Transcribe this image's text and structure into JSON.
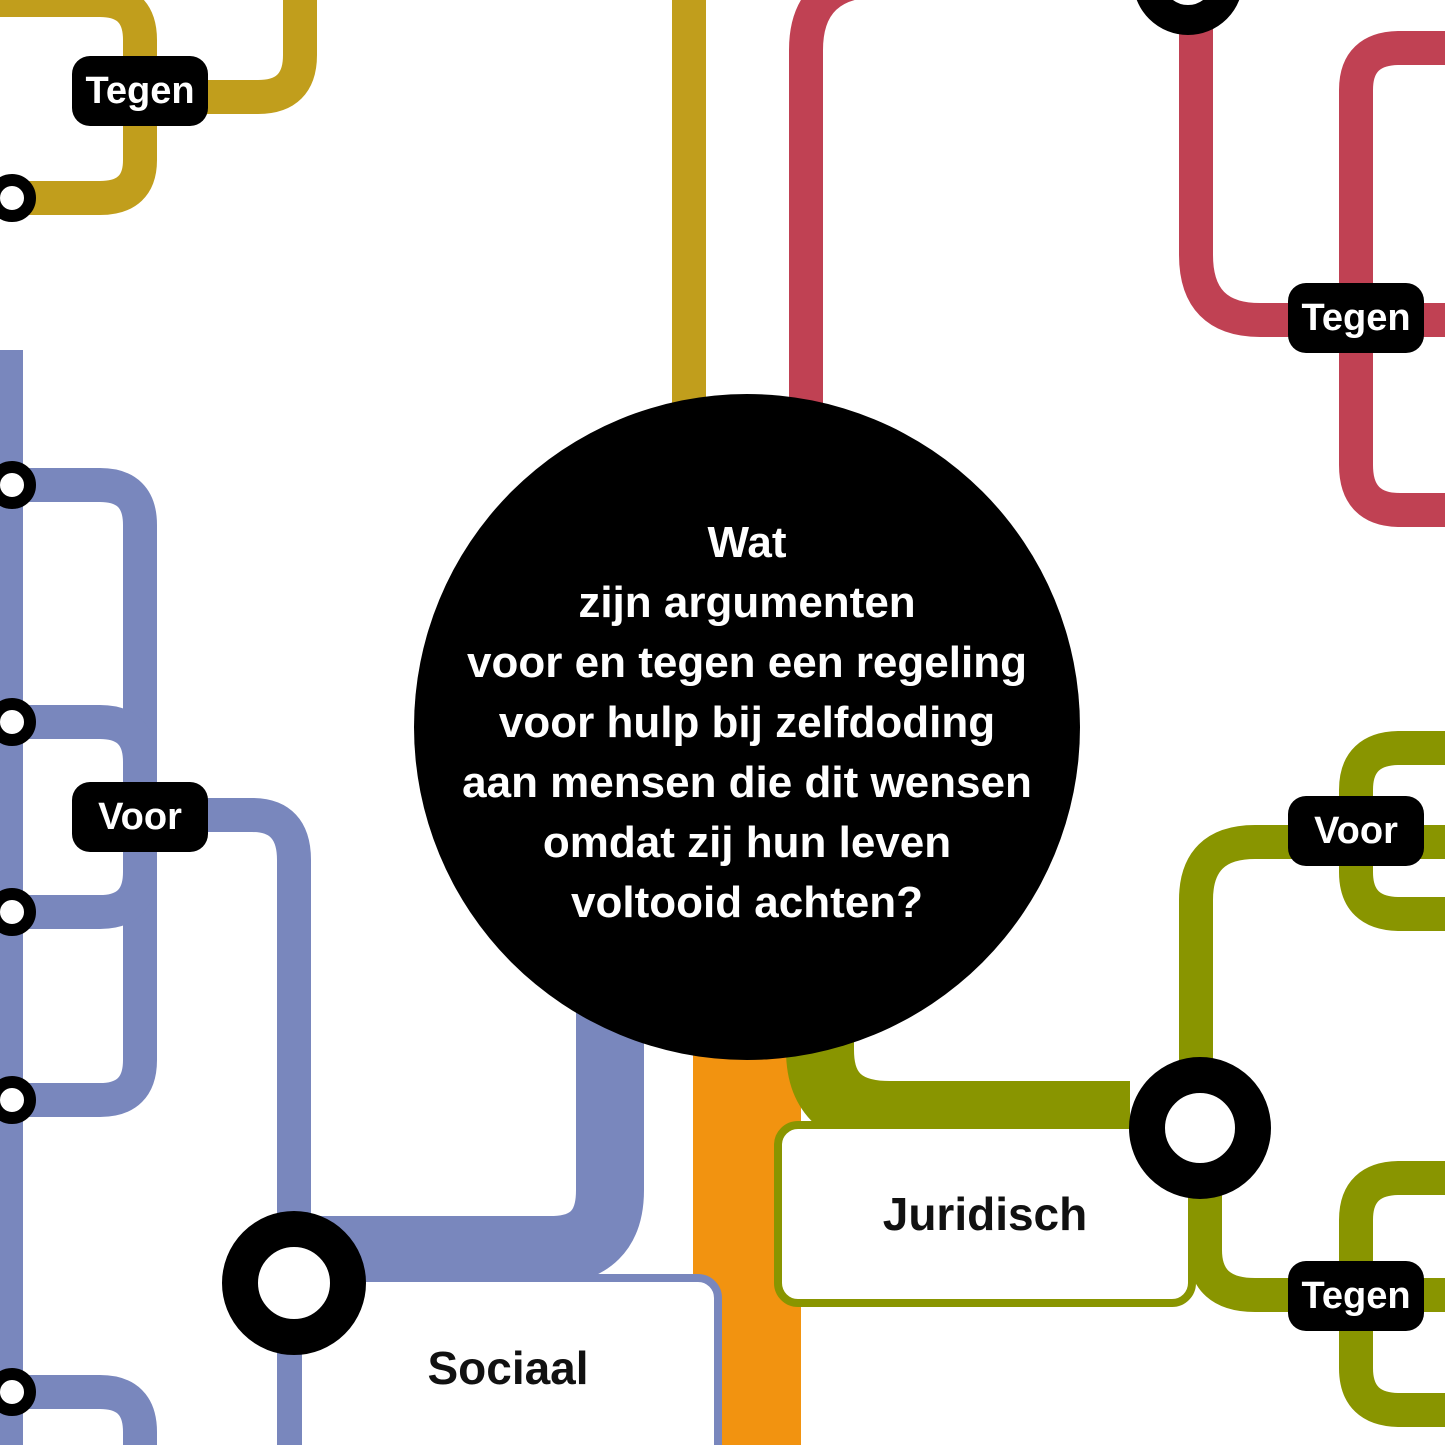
{
  "colors": {
    "background": "#ffffff",
    "ochre": "#c19e1c",
    "red": "#c04153",
    "blue": "#7987bd",
    "orange": "#f29310",
    "olive": "#899500",
    "black": "#000000",
    "pill_text": "#ffffff"
  },
  "question": {
    "lines": [
      "Wat",
      "zijn argumenten",
      "voor en tegen een regeling",
      "voor hulp bij zelfdoding",
      "aan mensen die dit wensen",
      "omdat zij hun leven",
      "voltooid achten?"
    ]
  },
  "branches": {
    "sociaal": {
      "label": "Sociaal"
    },
    "juridisch": {
      "label": "Juridisch"
    }
  },
  "labels": {
    "ochre_tegen": "Tegen",
    "red_tegen": "Tegen",
    "blue_voor": "Voor",
    "olive_voor": "Voor",
    "olive_tegen": "Tegen"
  }
}
